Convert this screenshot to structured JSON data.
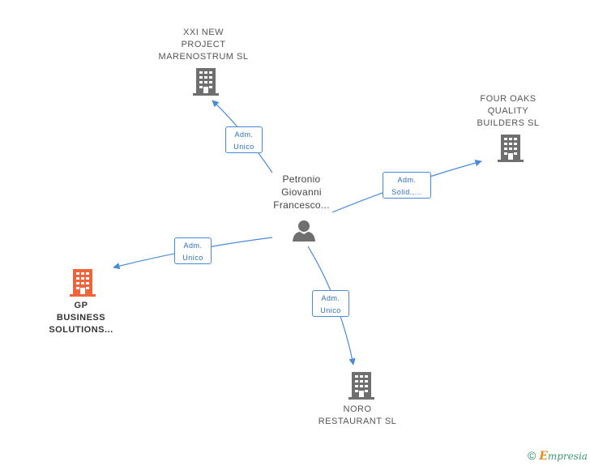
{
  "colors": {
    "edge": "#4a8bd8",
    "building_default": "#6f6f6f",
    "building_highlight": "#f0643c",
    "person": "#6f6f6f"
  },
  "center": {
    "name_lines": [
      "Petronio",
      "Giovanni",
      "Francesco..."
    ],
    "icon": "person-icon"
  },
  "nodes": [
    {
      "id": "xxi",
      "name_lines": [
        "XXI NEW",
        "PROJECT",
        "MARENOSTRUM SL"
      ],
      "icon": "building-icon"
    },
    {
      "id": "fouroaks",
      "name_lines": [
        "FOUR OAKS",
        "QUALITY",
        "BUILDERS SL"
      ],
      "icon": "building-icon"
    },
    {
      "id": "gp",
      "name_lines": [
        "GP",
        "BUSINESS",
        "SOLUTIONS..."
      ],
      "icon": "building-icon",
      "highlight": true
    },
    {
      "id": "noro",
      "name_lines": [
        "NORO",
        "RESTAURANT SL"
      ],
      "icon": "building-icon"
    }
  ],
  "roles": [
    {
      "target": "xxi",
      "lines": [
        "Adm.",
        "Unico"
      ]
    },
    {
      "target": "fouroaks",
      "lines": [
        "Adm.",
        "Solid.,..."
      ]
    },
    {
      "target": "gp",
      "lines": [
        "Adm.",
        "Unico"
      ]
    },
    {
      "target": "noro",
      "lines": [
        "Adm.",
        "Unico"
      ]
    }
  ],
  "footer": {
    "copyright_symbol": "©",
    "brand_initial": "E",
    "brand_rest": "mpresia"
  }
}
